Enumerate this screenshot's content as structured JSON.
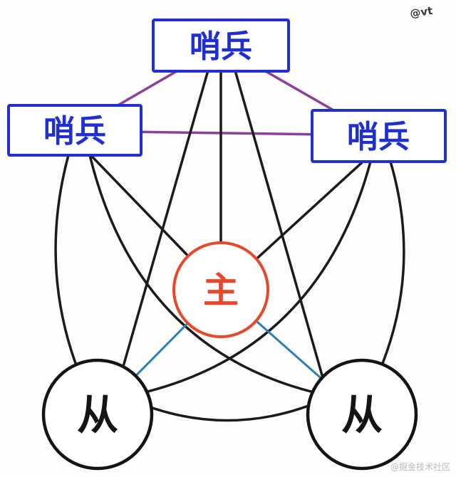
{
  "diagram": {
    "type": "hand-drawn-architecture",
    "subject": "redis-sentinel-topology",
    "nodes": {
      "sentinel_top": {
        "label": "哨兵",
        "shape": "rect",
        "role": "sentinel"
      },
      "sentinel_left": {
        "label": "哨兵",
        "shape": "rect",
        "role": "sentinel"
      },
      "sentinel_right": {
        "label": "哨兵",
        "shape": "rect",
        "role": "sentinel"
      },
      "master": {
        "label": "主",
        "shape": "circle",
        "role": "master"
      },
      "slave_left": {
        "label": "从",
        "shape": "circle",
        "role": "slave"
      },
      "slave_right": {
        "label": "从",
        "shape": "circle",
        "role": "slave"
      }
    },
    "edges": [
      {
        "from": "sentinel_top",
        "to": "sentinel_left",
        "color": "purple"
      },
      {
        "from": "sentinel_top",
        "to": "sentinel_right",
        "color": "purple"
      },
      {
        "from": "sentinel_left",
        "to": "sentinel_right",
        "color": "purple"
      },
      {
        "from": "sentinel_top",
        "to": "master",
        "color": "black"
      },
      {
        "from": "sentinel_left",
        "to": "master",
        "color": "black"
      },
      {
        "from": "sentinel_right",
        "to": "master",
        "color": "black"
      },
      {
        "from": "sentinel_top",
        "to": "slave_left",
        "color": "black"
      },
      {
        "from": "sentinel_top",
        "to": "slave_right",
        "color": "black"
      },
      {
        "from": "sentinel_left",
        "to": "slave_left",
        "color": "black"
      },
      {
        "from": "sentinel_left",
        "to": "slave_right",
        "color": "black"
      },
      {
        "from": "sentinel_right",
        "to": "slave_left",
        "color": "black"
      },
      {
        "from": "sentinel_right",
        "to": "slave_right",
        "color": "black"
      },
      {
        "from": "master",
        "to": "slave_left",
        "color": "blue"
      },
      {
        "from": "master",
        "to": "slave_right",
        "color": "blue"
      },
      {
        "from": "slave_left",
        "to": "slave_right",
        "color": "black"
      }
    ],
    "colors": {
      "sentinel_box": "#1f2fd4",
      "sentinel_text": "#1f2fd4",
      "sentinel_link": "#8d3f9c",
      "monitor_link": "#1b1b1b",
      "master_stroke": "#e8472b",
      "master_text": "#e8472b",
      "replication_link": "#2e7fb4",
      "slave_stroke": "#141414",
      "slave_text": "#141414",
      "node_fill": "#ffffff",
      "watermark_top": "#3a3a3a",
      "watermark_bottom": "#bcbcbc"
    },
    "watermark_top": "@vt",
    "watermark_bottom": "@掘金技术社区"
  }
}
